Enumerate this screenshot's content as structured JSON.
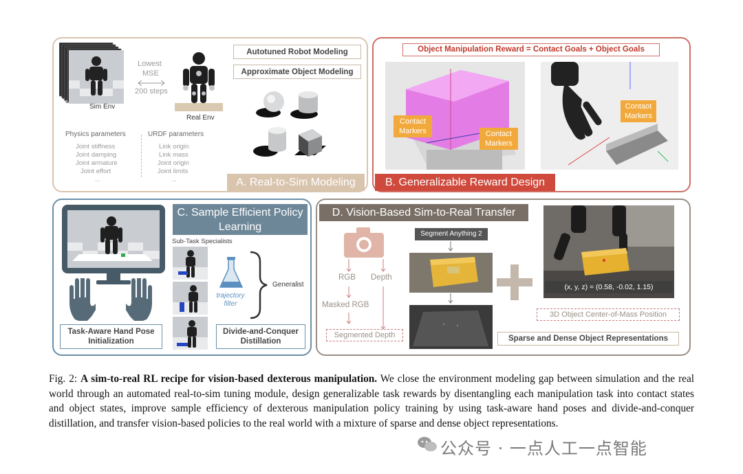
{
  "panelA": {
    "env_labels": {
      "sim": "Sim Env",
      "real": "Real Env"
    },
    "mse": {
      "line1": "Lowest",
      "line2": "MSE",
      "steps": "200 steps"
    },
    "boxes": [
      "Autotuned Robot Modeling",
      "Approximate Object Modeling"
    ],
    "physics": {
      "title": "Physics parameters",
      "items": [
        "Joint stiffness",
        "Joint damping",
        "Joint armature",
        "Joint effort",
        "..."
      ]
    },
    "urdf": {
      "title": "URDF parameters",
      "items": [
        "Link origin",
        "Link mass",
        "Joint origin",
        "Joint limits",
        "..."
      ]
    },
    "banner": "A. Real-to-Sim Modeling",
    "banner_color": "#d9c4ae"
  },
  "panelB": {
    "formula": "Object Manipulation Reward = Contact Goals + Object Goals",
    "markers": [
      "Contact Markers",
      "Contact Markers",
      "Contaot Markers"
    ],
    "banner": "B. Generalizable Reward Design",
    "banner_color": "#cf4a3c",
    "accent": "#f2a93b"
  },
  "panelC": {
    "banner": "C. Sample Efficient Policy Learning",
    "banner_color": "#6d8798",
    "specialists": "Sub-Task Specialists",
    "filter": "trajectory filter",
    "generalist": "Generalist",
    "box1": "Task-Aware Hand Pose Initialization",
    "box2": "Divide-and-Conquer Distillation"
  },
  "panelD": {
    "banner": "D. Vision-Based Sim-to-Real Transfer",
    "banner_color": "#7a6f66",
    "rgb": "RGB",
    "depth": "Depth",
    "masked": "Masked RGB",
    "segmented": "Segmented Depth",
    "sam": "Segment Anything 2",
    "coords": "(x, y, z) = (0.58, -0.02, 1.15)",
    "com": "3D Object Center-of-Mass Position",
    "sparse_dense": "Sparse and Dense Object Representations"
  },
  "caption": {
    "prefix": "Fig. 2: ",
    "title": "A sim-to-real RL recipe for vision-based dexterous manipulation.",
    "body": " We close the environment modeling gap between simulation and the real world through an automated real-to-sim tuning module, design generalizable task rewards by disentangling each manipulation task into contact states and object states, improve sample efficiency of dexterous manipulation policy training by using task-aware hand poses and divide-and-conquer distillation, and transfer vision-based policies to the real world with a mixture of sparse and dense object representations."
  },
  "watermark": "公众号 · 一点人工一点智能"
}
